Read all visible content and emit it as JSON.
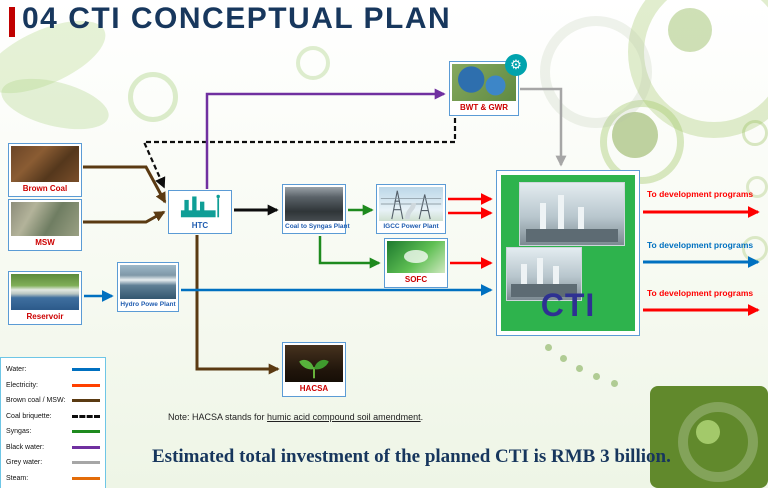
{
  "title": "04 CTI CONCEPTUAL PLAN",
  "nodes": {
    "brown_coal": {
      "label": "Brown Coal"
    },
    "msw": {
      "label": "MSW"
    },
    "reservoir": {
      "label": "Reservoir"
    },
    "htc": {
      "label": "HTC"
    },
    "syngas_plant": {
      "label": "Coal to Syngas Plant"
    },
    "igcc": {
      "label": "IGCC Power Plant"
    },
    "sofc": {
      "label": "SOFC"
    },
    "hydro": {
      "label": "Hydro Powe Plant"
    },
    "bwt_gwr": {
      "label": "BWT & GWR"
    },
    "hacsa": {
      "label": "HACSA"
    },
    "cti": {
      "label": "CTI"
    }
  },
  "outputs": [
    {
      "label": "To development  programs",
      "color": "#ff0000"
    },
    {
      "label": "To development  programs",
      "color": "#0070c0"
    },
    {
      "label": "To development  programs",
      "color": "#ff0000"
    }
  ],
  "legend": {
    "items": [
      {
        "label": "Water:",
        "color": "#0070c0",
        "style": "solid"
      },
      {
        "label": "Electricity:",
        "color": "#ff4000",
        "style": "solid"
      },
      {
        "label": "Brown coal / MSW:",
        "color": "#5a3a12",
        "style": "solid"
      },
      {
        "label": "Coal briquette:",
        "color": "#0d0d0d",
        "style": "dashed"
      },
      {
        "label": "Syngas:",
        "color": "#1e8a1e",
        "style": "solid"
      },
      {
        "label": "Black water:",
        "color": "#7030a0",
        "style": "solid"
      },
      {
        "label": "Grey water:",
        "color": "#a6a6a6",
        "style": "solid"
      },
      {
        "label": "Steam:",
        "color": "#e36c09",
        "style": "solid"
      }
    ]
  },
  "note": {
    "prefix": "Note: HACSA stands for ",
    "underlined": "humic acid compound soil amendment",
    "suffix": "."
  },
  "footer": "Estimated total investment of the planned CTI  is RMB 3 billion.",
  "icons": {
    "gear": "⚙"
  }
}
